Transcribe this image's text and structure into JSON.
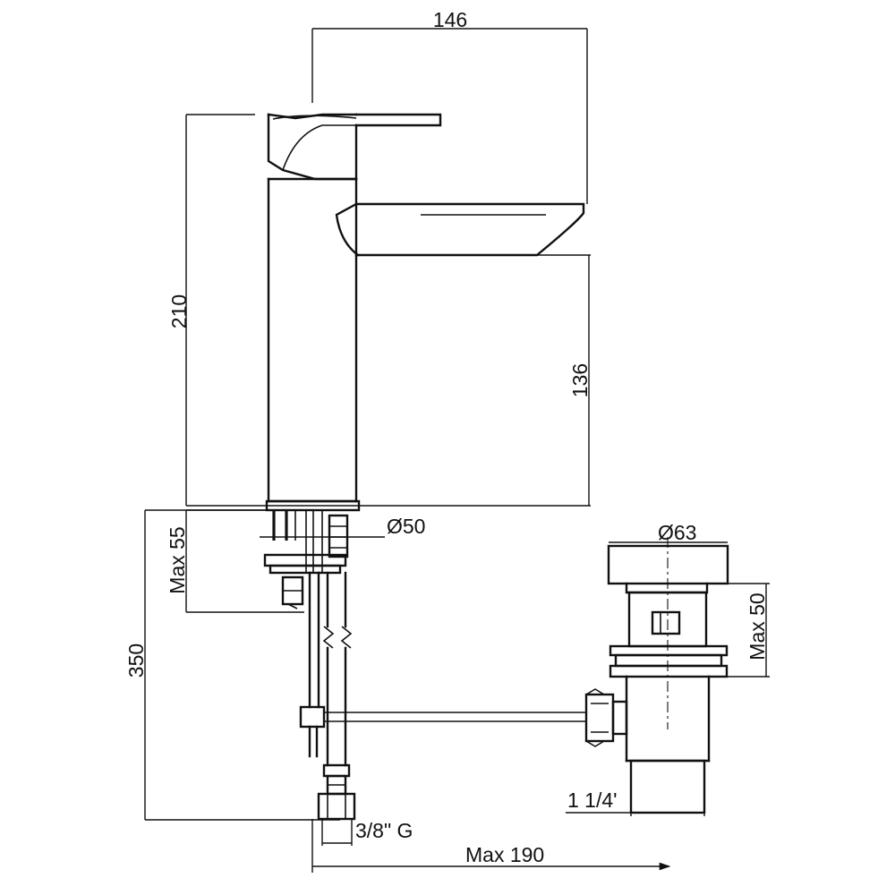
{
  "colors": {
    "line": "#111111",
    "background": "#ffffff"
  },
  "dimensions": {
    "width": "146",
    "height_total": "210",
    "spout_height": "136",
    "max_55": "Max 55",
    "diameter_50": "Ø50",
    "diameter_63": "Ø63",
    "max_50": "Max 50",
    "length_350": "350",
    "thread_inlet": "3/8\" G",
    "waste_size": "1 1/4'",
    "max_190": "Max 190"
  }
}
